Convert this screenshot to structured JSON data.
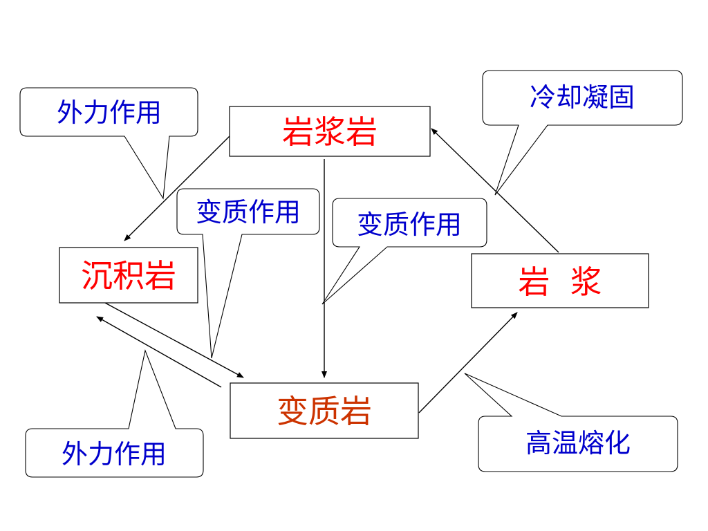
{
  "nodes": {
    "magmatic_rock": "岩浆岩",
    "sedimentary_rock": "沉积岩",
    "magma": "岩  浆",
    "metamorphic_rock": "变质岩"
  },
  "callouts": {
    "external_force_top": "外力作用",
    "external_force_bottom": "外力作用",
    "metamorphism_left": "变质作用",
    "metamorphism_right": "变质作用",
    "cooling_solidification": "冷却凝固",
    "high_temp_melting": "高温熔化"
  },
  "colors": {
    "node_text": "#ff0000",
    "metamorphic_text": "#cc3300",
    "callout_text": "#0000cc",
    "line": "#000000"
  }
}
